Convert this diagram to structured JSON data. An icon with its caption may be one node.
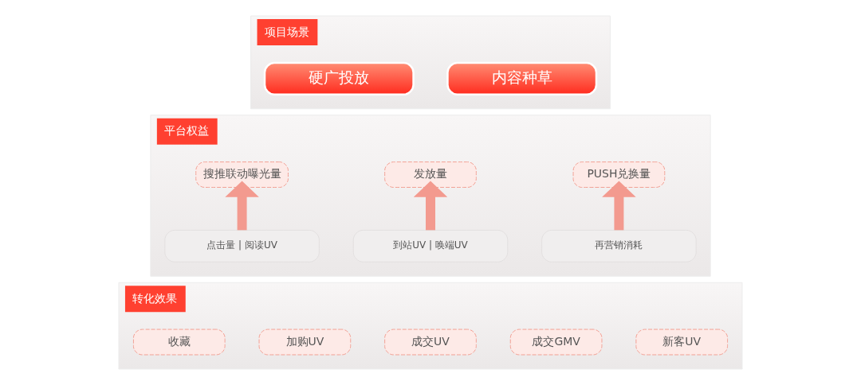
{
  "diagram": {
    "nodes": [
      {
        "text": [
          "项目场景"
        ]
      },
      {
        "text": [
          "硬广投放"
        ],
        "in": 0
      },
      {
        "text": [
          "内容种草"
        ],
        "in": 0
      },
      {
        "text": [
          "平台权益"
        ]
      },
      {
        "text": [
          "搜推联动曝光量"
        ],
        "in": 3
      },
      {
        "text": [
          "发放量"
        ],
        "in": 3
      },
      {
        "text": [
          "PUSH兑换量"
        ],
        "in": 3
      },
      {
        "text": [
          "点击量 | 阅读UV"
        ],
        "in": 3
      },
      {
        "text": [
          "到站UV | 唤端UV"
        ],
        "in": 3
      },
      {
        "text": [
          "再营销消耗"
        ],
        "in": 3
      },
      {
        "text": [
          "转化效果"
        ]
      },
      {
        "text": [
          "收藏"
        ],
        "in": 10
      },
      {
        "text": [
          "加购UV"
        ],
        "in": 10
      },
      {
        "text": [
          "成交UV"
        ],
        "in": 10
      },
      {
        "text": [
          "成交GMV"
        ],
        "in": 10
      },
      {
        "text": [
          "新客UV"
        ],
        "in": 10
      }
    ],
    "edges": [
      {
        "from": 7,
        "to": 4,
        "arrow": "to"
      },
      {
        "from": 8,
        "to": 5,
        "arrow": "to"
      },
      {
        "from": 9,
        "to": 6,
        "arrow": "to"
      }
    ]
  }
}
